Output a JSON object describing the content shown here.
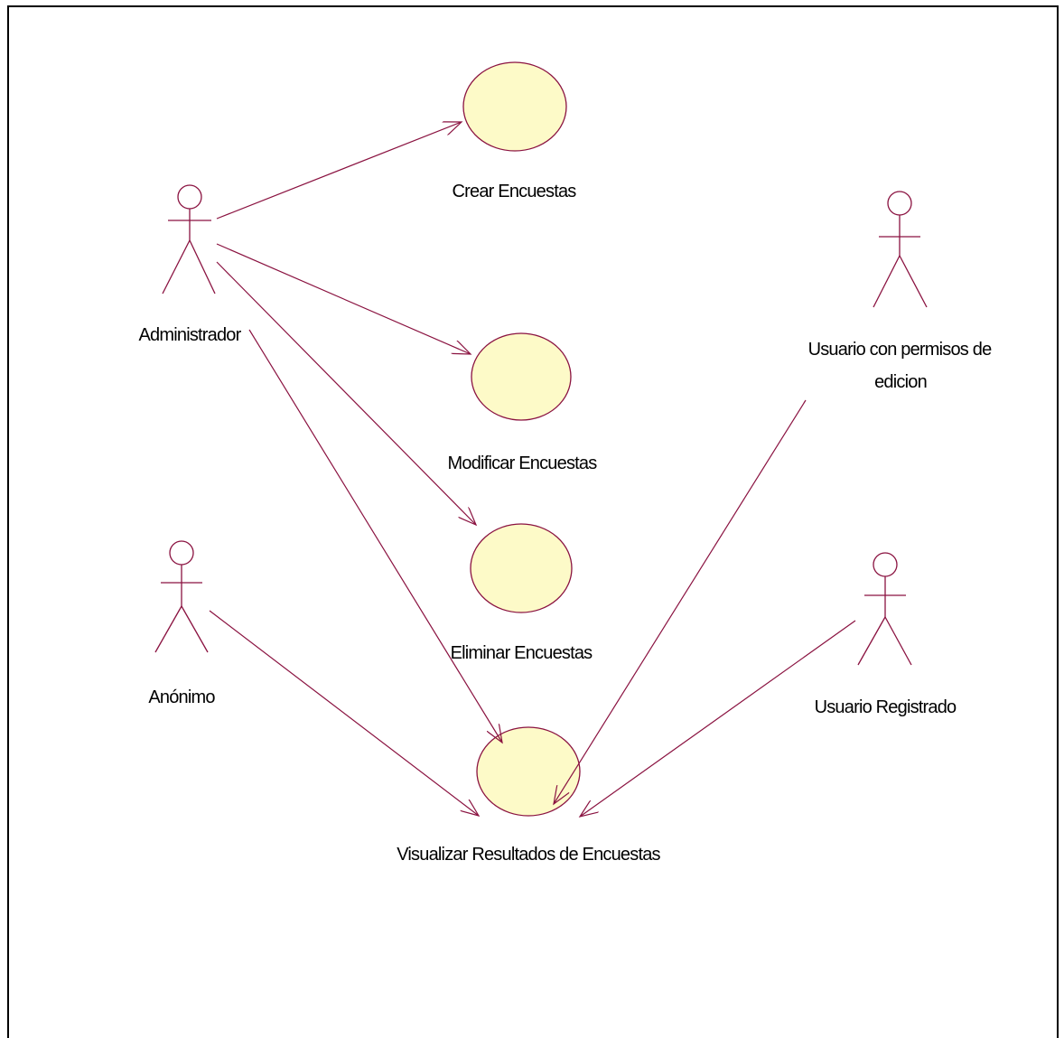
{
  "diagram": {
    "colors": {
      "stroke": "#8a1240",
      "usecase_fill": "#fdfac8",
      "frame": "#000000"
    },
    "actors": {
      "administrador": "Administrador",
      "usuario_permisos_line1": "Usuario con permisos de",
      "usuario_permisos_line2": "edicion",
      "anonimo": "Anónimo",
      "usuario_registrado": "Usuario Registrado"
    },
    "use_cases": {
      "crear": "Crear Encuestas",
      "modificar": "Modificar Encuestas",
      "eliminar": "Eliminar Encuestas",
      "visualizar": "Visualizar Resultados de Encuestas"
    }
  }
}
